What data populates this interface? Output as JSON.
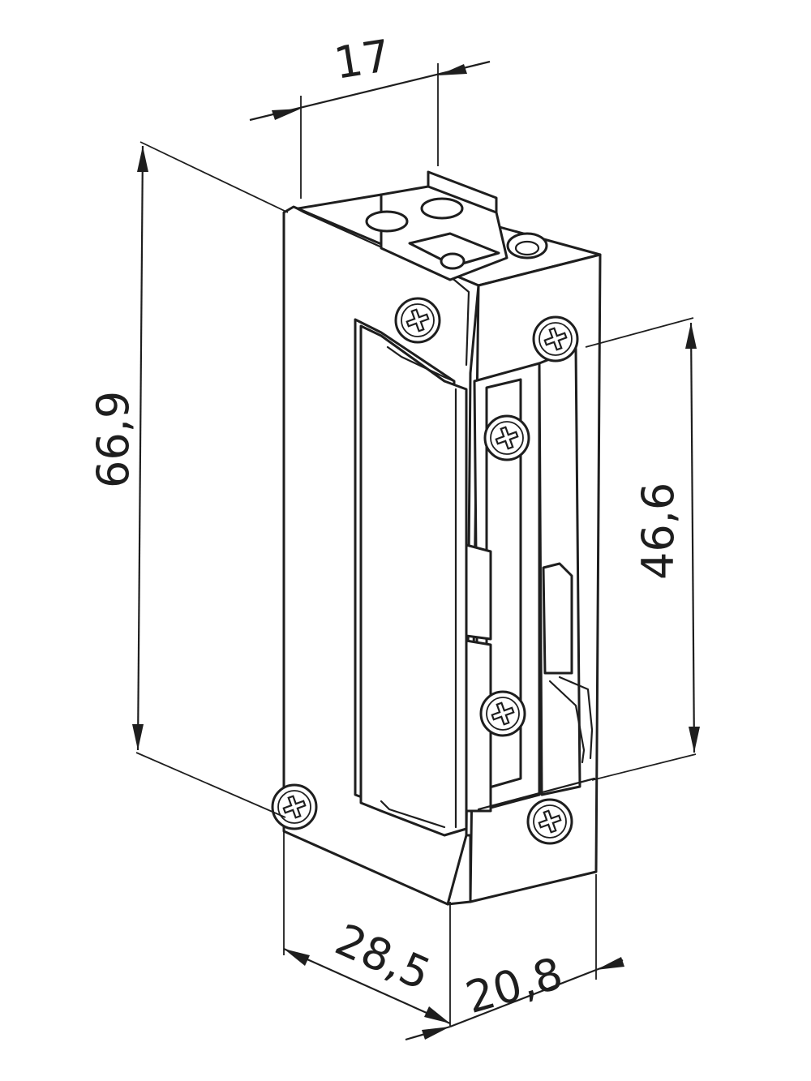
{
  "dimensions": {
    "top_width": "17",
    "total_height": "66,9",
    "faceplate_height": "46,6",
    "front_width": "28,5",
    "side_depth": "20,8"
  },
  "colors": {
    "line": "#1e1e1e",
    "background": "#ffffff"
  },
  "icons": {
    "screw": "phillips-screw-icon"
  }
}
